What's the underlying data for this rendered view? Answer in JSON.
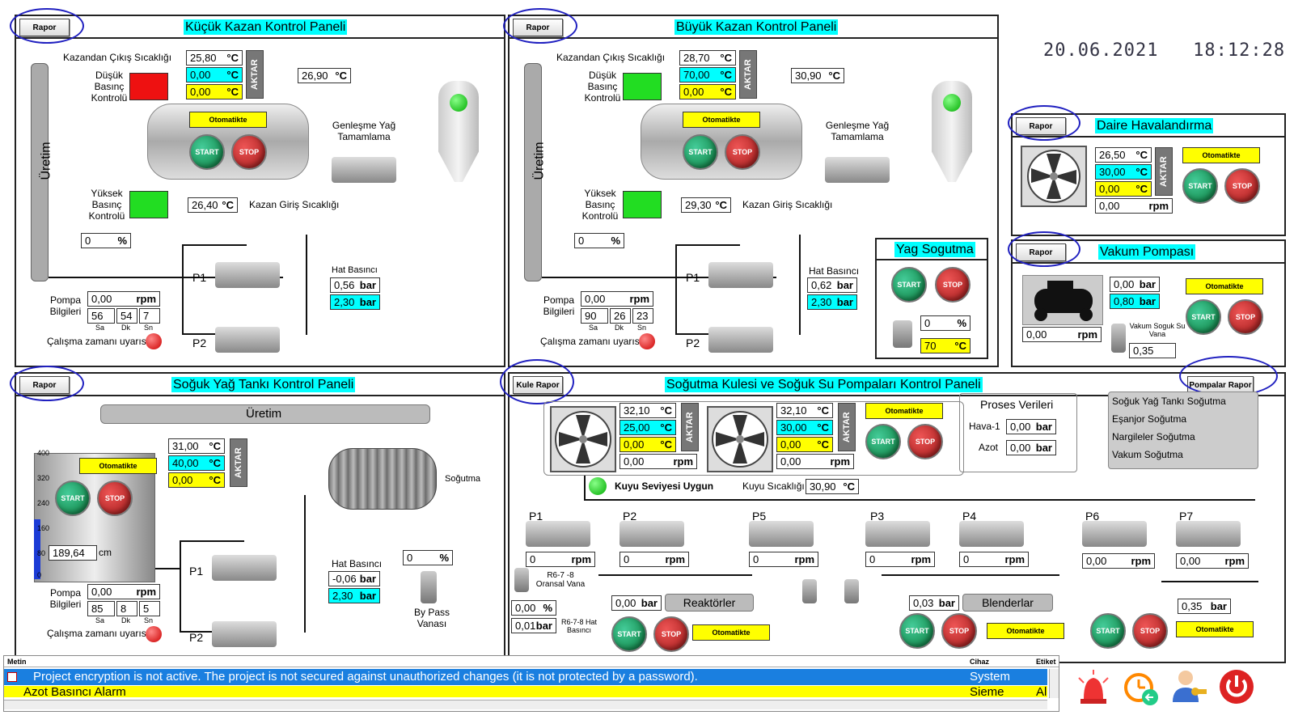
{
  "datetime": "20.06.2021   18:12:28",
  "common": {
    "rapor": "Rapor",
    "aktar": "AKTAR",
    "otomatik": "Otomatikte",
    "start": "START",
    "stop": "STOP",
    "uretim": "Üretim",
    "p1": "P1",
    "p2": "P2",
    "pompa_bilgi": "Pompa Bilgileri",
    "sa": "Sa",
    "dk": "Dk",
    "sn": "Sn",
    "calisma": "Çalışma zamanı uyarısı",
    "hat_basinci": "Hat Basıncı",
    "degc": "°C",
    "pct": "%",
    "rpm": "rpm",
    "bar": "bar",
    "cm": "cm"
  },
  "kucuk": {
    "title": "Küçük Kazan Kontrol Paneli",
    "cikis_lbl": "Kazandan Çıkış Sıcaklığı",
    "cikis": [
      "25,80",
      "0,00",
      "0,00"
    ],
    "right_temp": "26,90",
    "dusuk": "Düşük Basınç Kontrolü",
    "yuksek": "Yüksek Basınç Kontrolü",
    "genlesme": "Genleşme Yağ Tamamlama",
    "giris": "26,40",
    "giris_lbl": "Kazan Giriş Sıcaklığı",
    "valve": "0",
    "rpm": "0,00",
    "sa": "56",
    "dk": "54",
    "sn": "7",
    "hat1": "0,56",
    "hat2": "2,30"
  },
  "buyuk": {
    "title": "Büyük Kazan Kontrol Paneli",
    "cikis": [
      "28,70",
      "70,00",
      "0,00"
    ],
    "right_temp": "30,90",
    "giris": "29,30",
    "valve": "0",
    "rpm": "0,00",
    "sa": "90",
    "dk": "26",
    "sn": "23",
    "hat1": "0,62",
    "hat2": "2,30"
  },
  "yag_sogutma": {
    "title": "Yag Sogutma",
    "pct": "0",
    "temp": "70"
  },
  "daire": {
    "title": "Daire Havalandırma",
    "vals": [
      "26,50",
      "30,00",
      "0,00"
    ],
    "rpm": "0,00"
  },
  "vakum": {
    "title": "Vakum Pompası",
    "bar1": "0,00",
    "bar2": "0,80",
    "rpm": "0,00",
    "vana_lbl": "Vakum Soguk Su Vana",
    "vana": "0,35"
  },
  "soguk": {
    "title": "Soğuk Yağ Tankı Kontrol Paneli",
    "uretim": "Üretim",
    "vals": [
      "31,00",
      "40,00",
      "0,00"
    ],
    "sogutma": "Soğutma",
    "level": "189,64",
    "scale": [
      "400",
      "320",
      "240",
      "160",
      "80",
      "0"
    ],
    "rpm": "0,00",
    "sa": "85",
    "dk": "8",
    "sn": "5",
    "hat1": "-0,06",
    "hat2": "2,30",
    "bypass_pct": "0",
    "bypass": "By Pass Vanası"
  },
  "kule": {
    "title": "Soğutma Kulesi ve Soğuk Su Pompaları Kontrol Paneli",
    "kule_rapor": "Kule Rapor",
    "pompalar_rapor": "Pompalar Rapor",
    "f1": [
      "32,10",
      "25,00",
      "0,00"
    ],
    "f1rpm": "0,00",
    "f2": [
      "32,10",
      "30,00",
      "0,00"
    ],
    "f2rpm": "0,00",
    "proses": "Proses Verileri",
    "hava": "Hava-1",
    "hava_v": "0,00",
    "azot": "Azot",
    "azot_v": "0,00",
    "menu": [
      "Soğuk Yağ Tankı Soğutma",
      "Eşanjor Soğutma",
      "Nargileler Soğutma",
      "Vakum Soğutma"
    ],
    "kuyu": "Kuyu Seviyesi Uygun",
    "kuyu_sic_lbl": "Kuyu Sıcaklığı",
    "kuyu_sic": "30,90",
    "pumps": [
      {
        "n": "P1",
        "rpm": "0"
      },
      {
        "n": "P2",
        "rpm": "0"
      },
      {
        "n": "P5",
        "rpm": "0"
      },
      {
        "n": "P3",
        "rpm": "0"
      },
      {
        "n": "P4",
        "rpm": "0"
      },
      {
        "n": "P6",
        "rpm": "0,00"
      },
      {
        "n": "P7",
        "rpm": "0,00"
      }
    ],
    "oransal": "R6-7 -8 Oransal Vana",
    "oransal_pct": "0,00",
    "hat_lbl": "R6-7-8 Hat Basıncı",
    "hat_v": "0,01",
    "reaktor": "Reaktörler",
    "reaktor_bar": "0,00",
    "blender": "Blenderlar",
    "blender_bar": "0,03",
    "p67_bar": "0,35"
  },
  "alarms": {
    "h_metin": "Metin",
    "h_cihaz": "Cihaz",
    "h_etiket": "Etiket",
    "rows": [
      {
        "text": "Project encryption is not active. The project is not secured against unauthorized changes (it is not protected by a password).",
        "cihaz": "System",
        "etiket": ""
      },
      {
        "text": "Azot Basıncı Alarm",
        "cihaz": "Sieme",
        "etiket": "Al"
      }
    ]
  },
  "colors": {
    "cyan": "#00ffff",
    "yellow": "#ffff00",
    "alarm_blue": "#1a7fe0"
  }
}
